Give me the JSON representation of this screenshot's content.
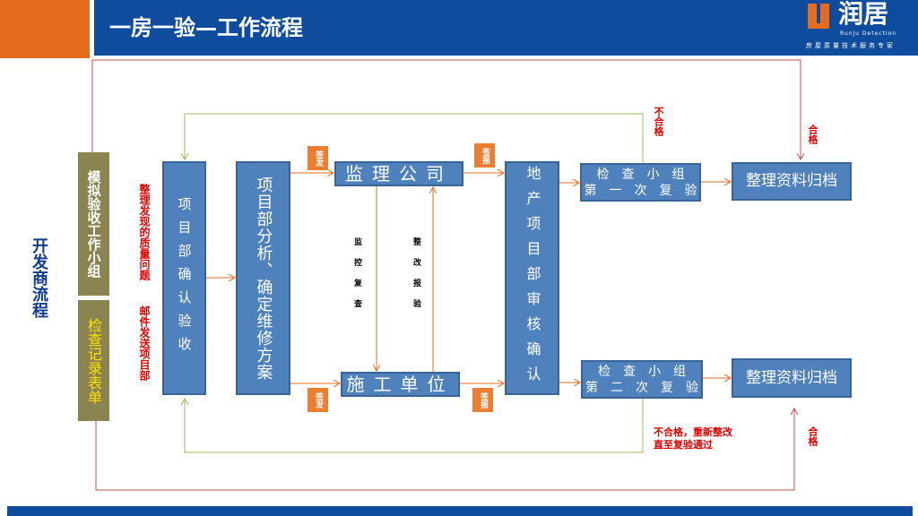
{
  "header": {
    "title": "一房一验—工作流程",
    "logo_text": "润居",
    "logo_sub_en": "Runju Detection",
    "logo_sub_cn": "房屋质量技术服务专家"
  },
  "side": {
    "actor": "开发商流程",
    "group": "模拟验收工作小组",
    "form": "检查记录表单",
    "note": "整理发现的质量问题  邮件发送项目部"
  },
  "boxes": {
    "confirm": "项目部确认验收",
    "analyze": "项目部分析、确定维修方案",
    "supervisor": "监理公司",
    "contractor": "施工单位",
    "review": "地产项目部审核确认",
    "recheck1_a": "检　查　小　组",
    "recheck1_b": "第　一　次　复　验",
    "recheck2_a": "检　查　小　组",
    "recheck2_b": "第　二　次　复　验",
    "archive1": "整理资料归档",
    "archive2": "整理资料归档"
  },
  "tags": {
    "issue1": "签发",
    "issue2": "签发",
    "report1": "签报",
    "report2": "签报"
  },
  "labels": {
    "monitor": "监控复查",
    "rectify": "整改报验",
    "fail1": "不合格",
    "pass1": "合格",
    "fail2_a": "不合格，重新整改",
    "fail2_b": "直至复验通过",
    "pass2": "合格"
  },
  "colors": {
    "header": "#0F4C9E",
    "accent": "#E36C1E",
    "box": "#4F81BD",
    "olive": "#8B8451",
    "loop": "#9BBB59",
    "red": "#E00000"
  }
}
